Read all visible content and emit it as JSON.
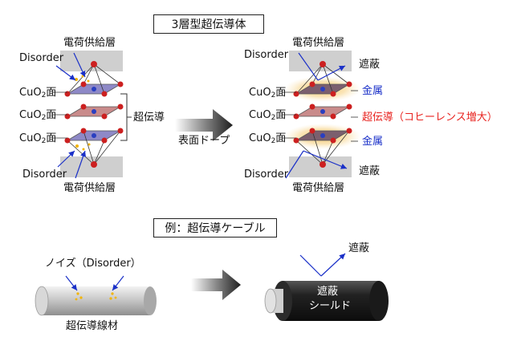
{
  "title_box": "3層型超伝導体",
  "left": {
    "top_supply": "電荷供給層",
    "disorder_top": "Disorder",
    "cuo2_rows": [
      {
        "prefix": "CuO",
        "sub": "2",
        "suffix": "面"
      },
      {
        "prefix": "CuO",
        "sub": "2",
        "suffix": "面"
      },
      {
        "prefix": "CuO",
        "sub": "2",
        "suffix": "面"
      }
    ],
    "superconductor": "超伝導",
    "disorder_bottom": "Disorder",
    "bottom_supply": "電荷供給層"
  },
  "process": "表面ドープ",
  "right": {
    "top_supply": "電荷供給層",
    "disorder_top": "Disorder",
    "cuo2_rows": [
      {
        "prefix": "CuO",
        "sub": "2",
        "suffix": "面"
      },
      {
        "prefix": "CuO",
        "sub": "2",
        "suffix": "面"
      },
      {
        "prefix": "CuO",
        "sub": "2",
        "suffix": "面"
      }
    ],
    "shield_top": "遮蔽",
    "metal_top": "金属",
    "coherence": "超伝導（コヒーレンス増大）",
    "metal_bottom": "金属",
    "shield_bottom": "遮蔽",
    "disorder_bottom": "Disorder",
    "bottom_supply": "電荷供給層"
  },
  "example_box": "例：超伝導ケーブル",
  "cable": {
    "noise": "ノイズ（Disorder）",
    "wire": "超伝導線材",
    "shield_arrow": "遮蔽",
    "shield_line1": "遮蔽",
    "shield_line2": "シールド"
  },
  "colors": {
    "blue_text": "#1a30c8",
    "red_text": "#e8231f",
    "atom_red": "#cc2020",
    "cu_blue": "#2a3fc0",
    "plane_pink": "#c98b8b",
    "supply_gray": "#cfcfcf"
  }
}
